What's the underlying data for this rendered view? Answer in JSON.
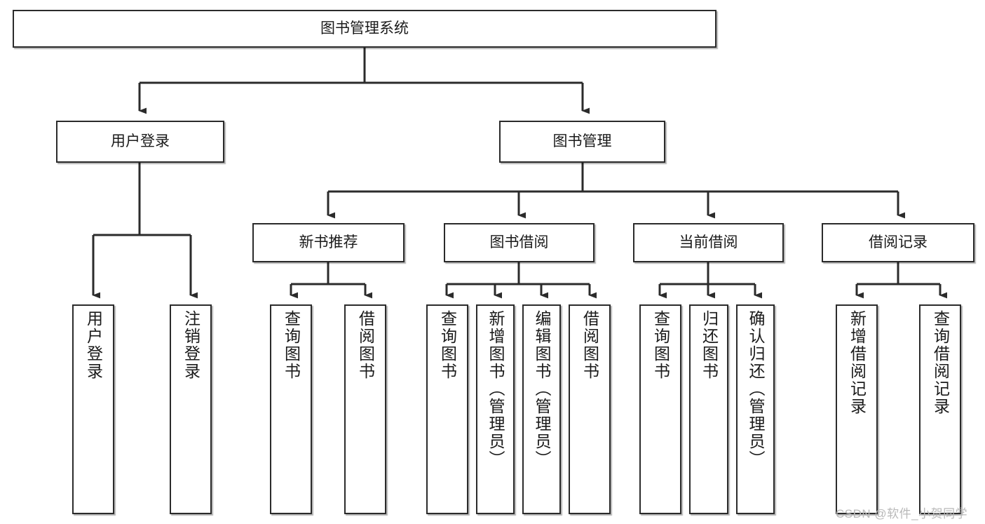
{
  "diagram": {
    "title": "图书管理系统",
    "type": "tree-hierarchy",
    "orientation": "top-down",
    "line_color": "#2b2b2b",
    "box_border_color": "#2b2b2b",
    "box_fill_color": "#ffffff",
    "text_color": "#1a1a1a"
  },
  "root": {
    "label": "图书管理系统"
  },
  "level1": [
    {
      "label": "用户登录"
    },
    {
      "label": "图书管理"
    }
  ],
  "level2": [
    {
      "label": "新书推荐"
    },
    {
      "label": "图书借阅"
    },
    {
      "label": "当前借阅"
    },
    {
      "label": "借阅记录"
    }
  ],
  "leaves": {
    "user_login": [
      {
        "label": "用户登录"
      },
      {
        "label": "注销登录"
      }
    ],
    "new_book_recommend": [
      {
        "label": "查询图书"
      },
      {
        "label": "借阅图书"
      }
    ],
    "book_borrow": [
      {
        "label": "查询图书"
      },
      {
        "label": "新增图书（管理员）"
      },
      {
        "label": "编辑图书（管理员）"
      },
      {
        "label": "借阅图书"
      }
    ],
    "current_borrow": [
      {
        "label": "查询图书"
      },
      {
        "label": "归还图书"
      },
      {
        "label": "确认归还（管理员）"
      }
    ],
    "borrow_record": [
      {
        "label": "新增借阅记录"
      },
      {
        "label": "查询借阅记录"
      }
    ]
  },
  "watermark": {
    "text": "CSDN @软件_小贺同学"
  }
}
